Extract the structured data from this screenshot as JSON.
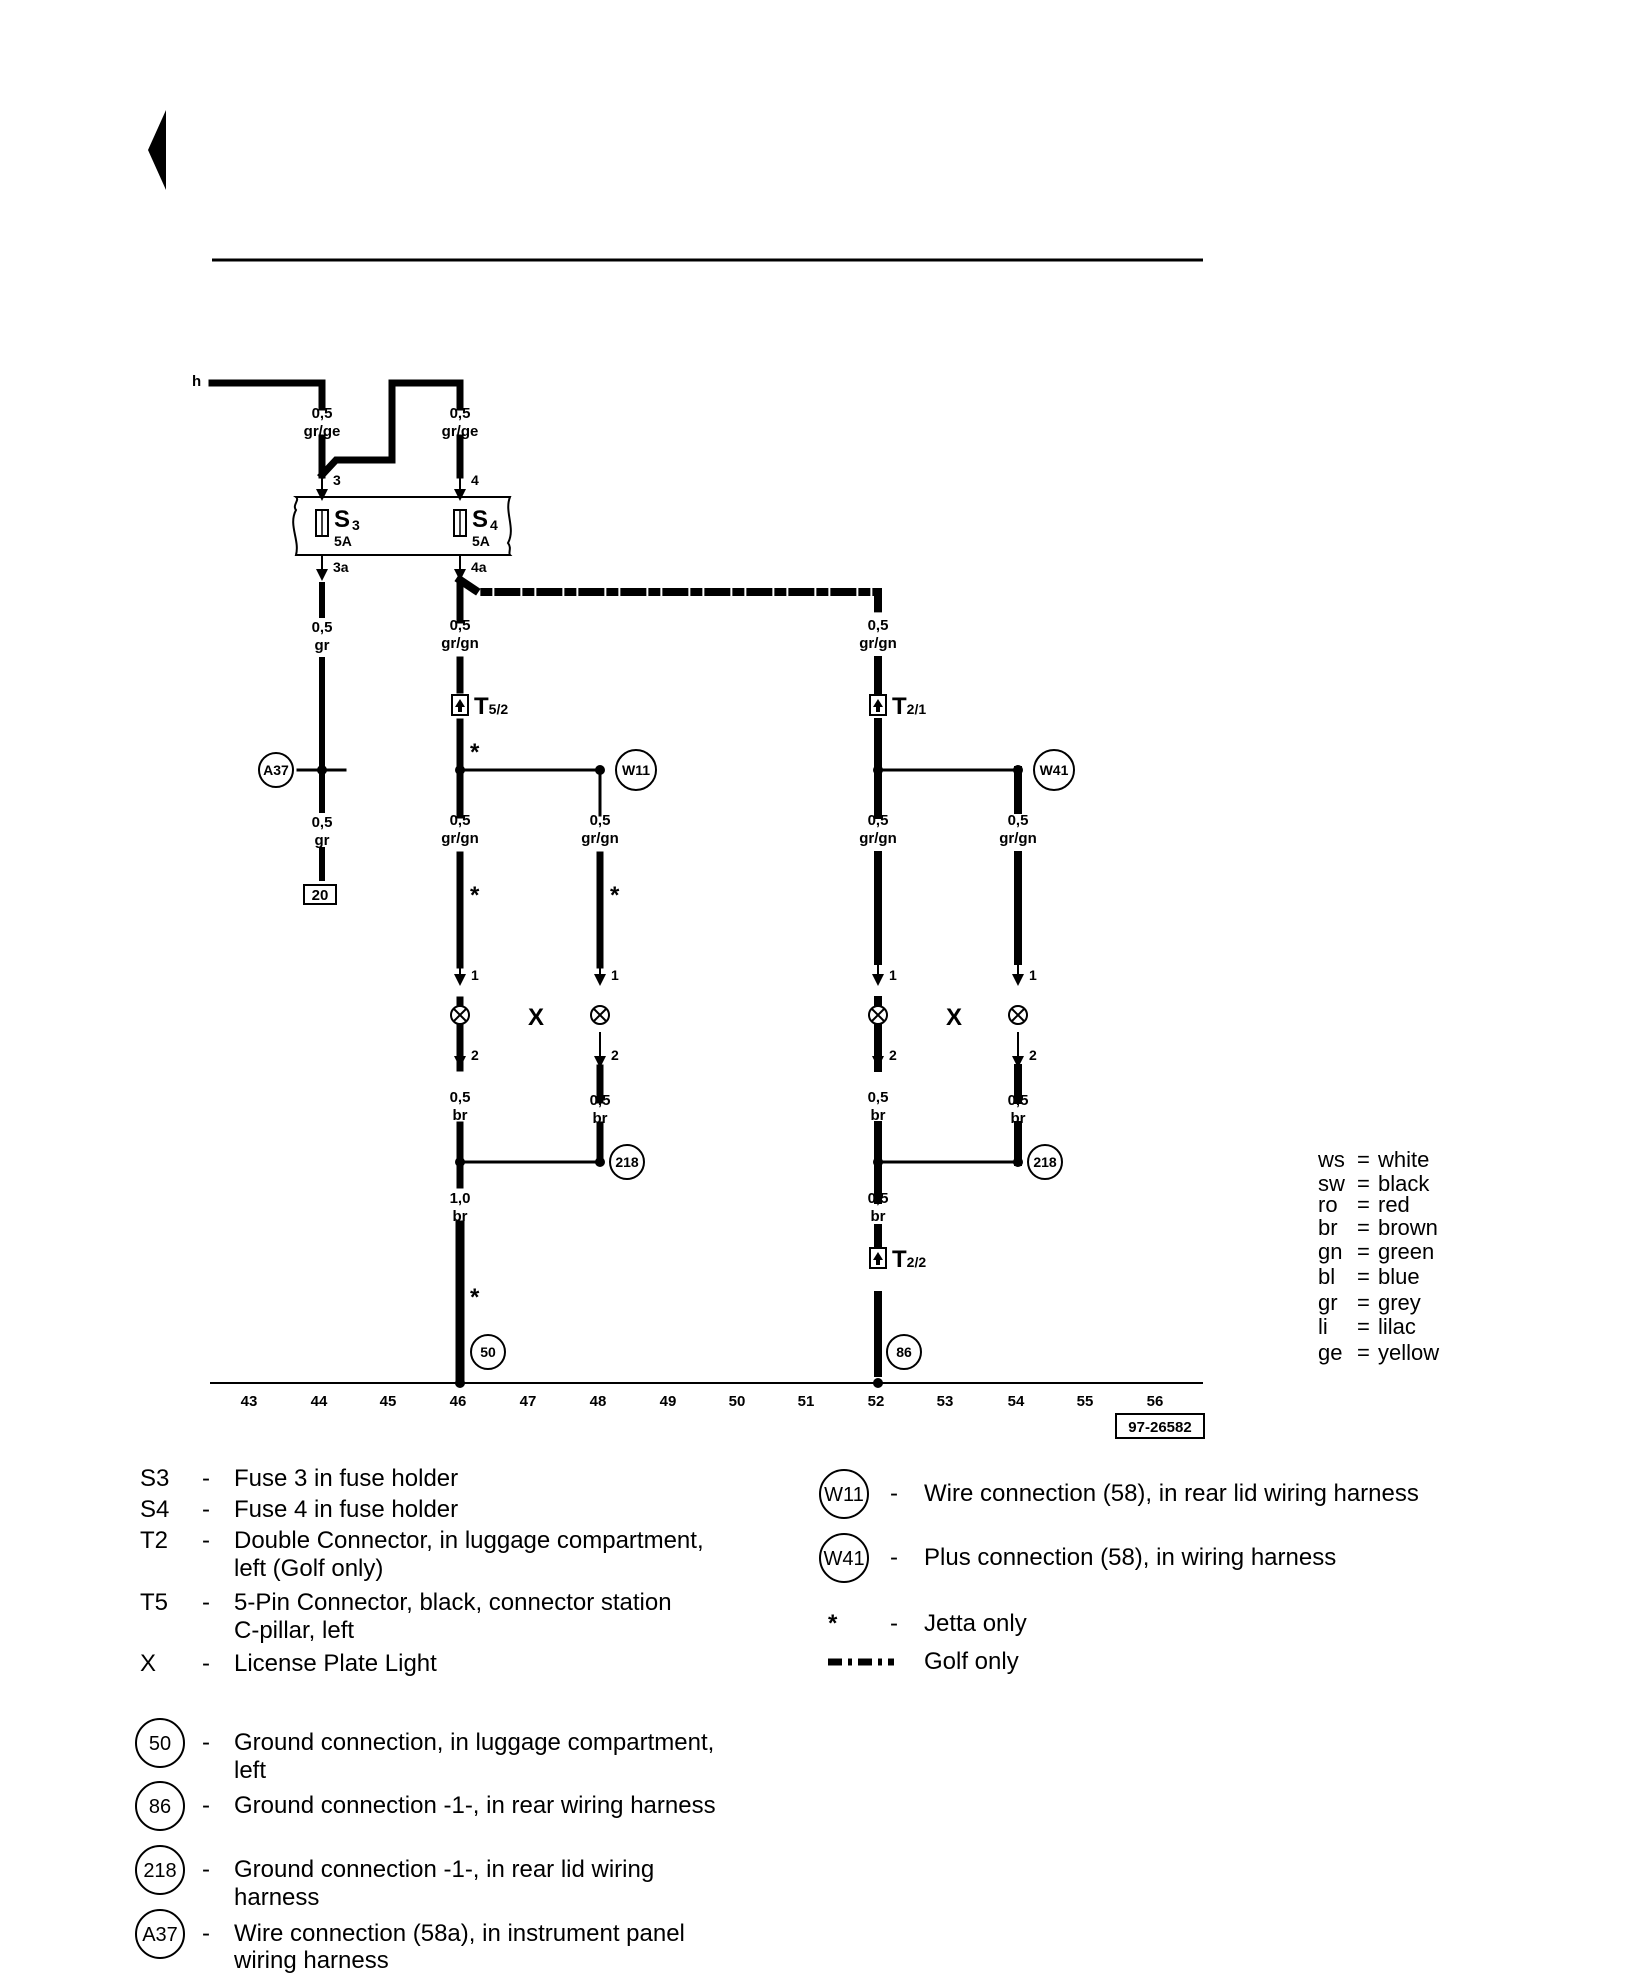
{
  "diagram": {
    "wire_h_label": "h",
    "diagram_number": "97-26582",
    "column_numbers": [
      "43",
      "44",
      "45",
      "46",
      "47",
      "48",
      "49",
      "50",
      "51",
      "52",
      "53",
      "54",
      "55",
      "56"
    ],
    "fuses": [
      {
        "name": "S",
        "sub": "3",
        "rating": "5A",
        "pin_in": "3",
        "pin_out": "3a"
      },
      {
        "name": "S",
        "sub": "4",
        "rating": "5A",
        "pin_in": "4",
        "pin_out": "4a"
      }
    ],
    "connectors": {
      "t5": {
        "name": "T",
        "sub": "5/2"
      },
      "t21": {
        "name": "T",
        "sub": "2/1"
      },
      "t22": {
        "name": "T",
        "sub": "2/2"
      }
    },
    "wire_labels": {
      "w1": [
        "0,5",
        "gr/ge"
      ],
      "w2": [
        "0,5",
        "gr/ge"
      ],
      "w3": [
        "0,5",
        "gr"
      ],
      "w4": [
        "0,5",
        "gr/gn"
      ],
      "w5": [
        "0,5",
        "gr/gn"
      ],
      "w6": [
        "0,5",
        "gr"
      ],
      "w7": [
        "0,5",
        "gr/gn"
      ],
      "w8": [
        "0,5",
        "gr/gn"
      ],
      "w9": [
        "0,5",
        "gr/gn"
      ],
      "w10": [
        "0,5",
        "gr/gn"
      ],
      "w11": [
        "0,5",
        "br"
      ],
      "w12": [
        "0,5",
        "br"
      ],
      "w13": [
        "0,5",
        "br"
      ],
      "w14": [
        "0,5",
        "br"
      ],
      "w15": [
        "1,0",
        "br"
      ],
      "w16": [
        "0,5",
        "br"
      ]
    },
    "pins": {
      "p1": "1",
      "p2": "2"
    },
    "circles": {
      "a37": "A37",
      "w11": "W11",
      "w41": "W41",
      "g218": "218",
      "g50": "50",
      "g86": "86"
    },
    "ref_box": "20",
    "lamp_label": "X",
    "star": "*"
  },
  "color_key": [
    {
      "code": "ws",
      "meaning": "white"
    },
    {
      "code": "sw",
      "meaning": "black"
    },
    {
      "code": "ro",
      "meaning": "red"
    },
    {
      "code": "br",
      "meaning": "brown"
    },
    {
      "code": "gn",
      "meaning": "green"
    },
    {
      "code": "bl",
      "meaning": "blue"
    },
    {
      "code": "gr",
      "meaning": "grey"
    },
    {
      "code": "li",
      "meaning": "lilac"
    },
    {
      "code": "ge",
      "meaning": "yellow"
    }
  ],
  "legend": {
    "left": [
      {
        "symbol": "S3",
        "dash": "-",
        "lines": [
          "Fuse 3 in fuse holder"
        ]
      },
      {
        "symbol": "S4",
        "dash": "-",
        "lines": [
          "Fuse 4 in fuse holder"
        ]
      },
      {
        "symbol": "T2",
        "dash": "-",
        "lines": [
          "Double Connector, in luggage compartment,",
          "left (Golf only)"
        ]
      },
      {
        "symbol": "T5",
        "dash": "-",
        "lines": [
          "5-Pin Connector, black, connector station",
          "C-pillar, left"
        ]
      },
      {
        "symbol": "X",
        "dash": "-",
        "lines": [
          "License Plate Light"
        ]
      },
      {
        "symbol": "50",
        "dash": "-",
        "lines": [
          "Ground connection, in luggage compartment,",
          "left"
        ]
      },
      {
        "symbol": "86",
        "dash": "-",
        "lines": [
          "Ground connection -1-, in rear wiring harness"
        ]
      },
      {
        "symbol": "218",
        "dash": "-",
        "lines": [
          "Ground connection -1-, in rear lid wiring",
          "harness"
        ]
      },
      {
        "symbol": "A37",
        "dash": "-",
        "lines": [
          "Wire connection (58a), in instrument panel",
          "wiring harness"
        ]
      }
    ],
    "right": [
      {
        "symbol": "W11",
        "dash": "-",
        "lines": [
          "Wire connection (58), in rear lid wiring harness"
        ]
      },
      {
        "symbol": "W41",
        "dash": "-",
        "lines": [
          "Plus connection (58), in wiring harness"
        ]
      },
      {
        "symbol": "*",
        "dash": "-",
        "lines": [
          "Jetta only"
        ]
      },
      {
        "symbol": "",
        "dash": "",
        "lines": [
          "Golf only"
        ]
      }
    ]
  }
}
